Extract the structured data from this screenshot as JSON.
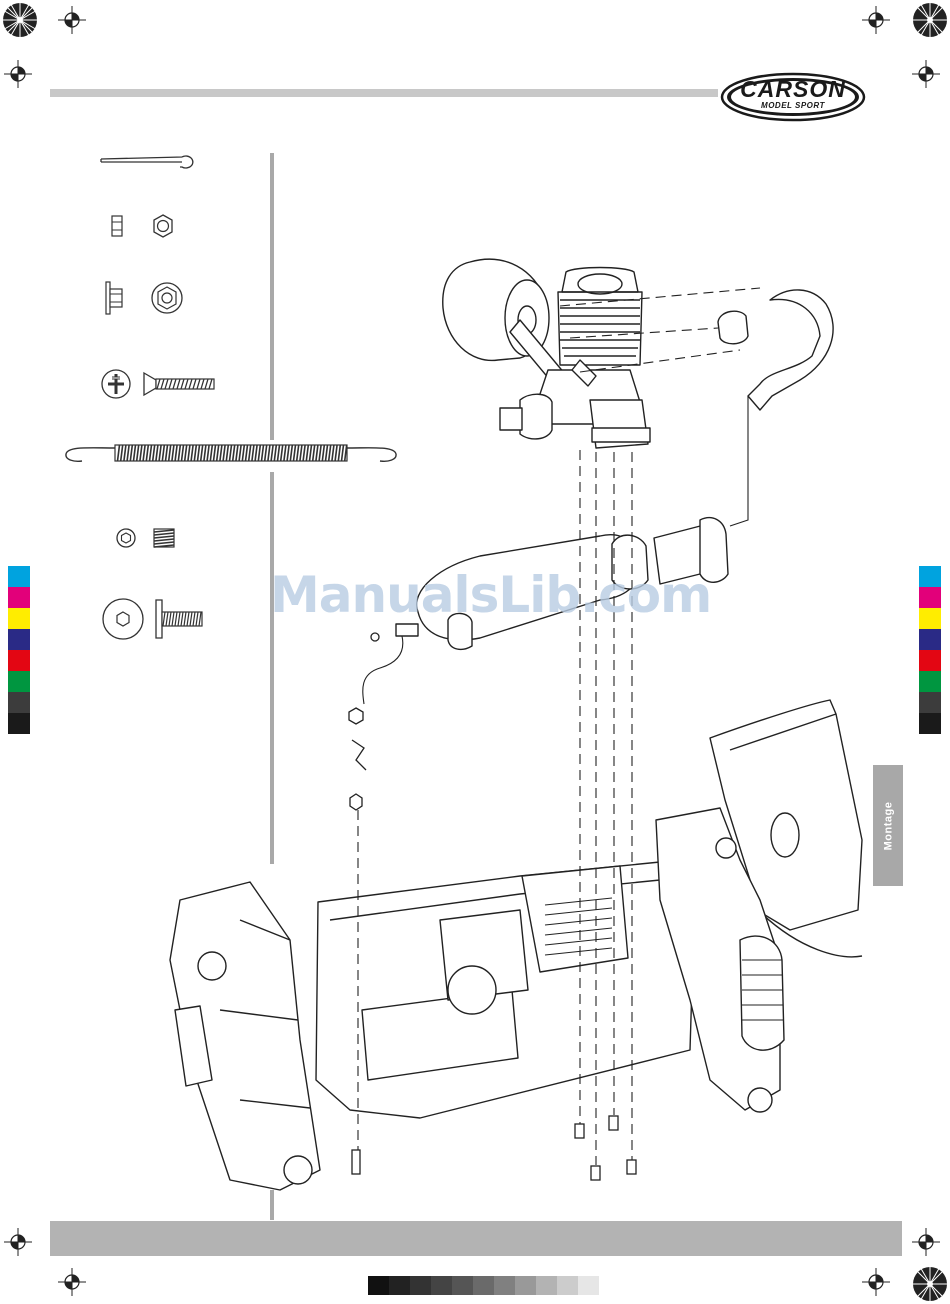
{
  "brand": {
    "name": "CARSON",
    "tagline": "MODEL SPORT"
  },
  "side_tab": {
    "label": "Montage"
  },
  "watermark": {
    "text": "ManualsLib.com"
  },
  "colors": {
    "swatches": [
      "#00a3df",
      "#e2007a",
      "#ffed00",
      "#2a2a86",
      "#e30613",
      "#009640",
      "#3c3c3c",
      "#1a1a1a"
    ],
    "grey_steps": [
      "#111111",
      "#222222",
      "#333333",
      "#444444",
      "#555555",
      "#6a6a6a",
      "#808080",
      "#999999",
      "#b3b3b3",
      "#cccccc",
      "#e6e6e6"
    ],
    "bar": "#b3b3b3",
    "tab": "#a8a8a8"
  },
  "parts": [
    {
      "icon": "cotter-pin-icon"
    },
    {
      "icon": "hex-nut-icon"
    },
    {
      "icon": "flange-nut-icon"
    },
    {
      "icon": "countersunk-screw-icon"
    },
    {
      "icon": "tension-spring-icon"
    },
    {
      "icon": "set-screw-icon"
    },
    {
      "icon": "button-head-screw-icon"
    }
  ]
}
